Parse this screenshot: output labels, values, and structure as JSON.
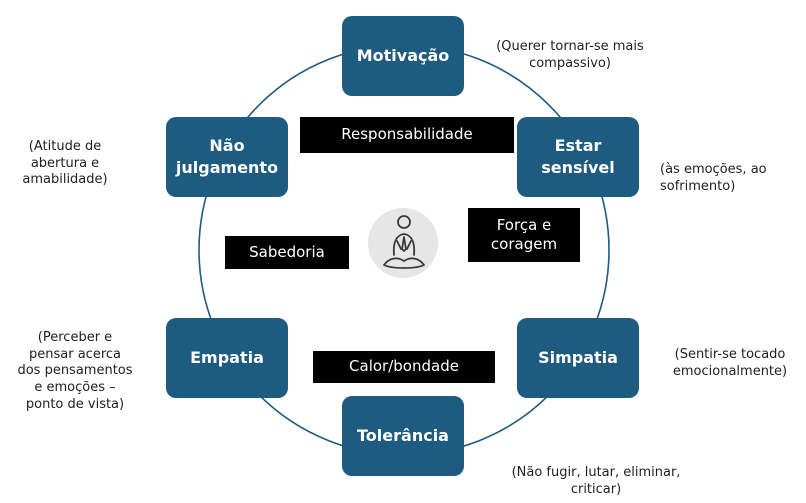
{
  "colors": {
    "node_fill": "#1e5b80",
    "node_text": "#ffffff",
    "tag_fill": "#000000",
    "tag_text": "#ffffff",
    "ring": "#1e5b80",
    "center_circle": "#e6e6e6"
  },
  "center": {
    "icon": "meditation-person-icon"
  },
  "nodes": {
    "motivacao": {
      "label": "Motivação",
      "note": "(Querer tornar-se mais\ncompassivo)"
    },
    "estar_sensivel": {
      "label": "Estar\nsensível",
      "note": "(às emoções, ao\nsofrimento)"
    },
    "simpatia": {
      "label": "Simpatia",
      "note": "(Sentir-se tocado\nemocionalmente)"
    },
    "tolerancia": {
      "label": "Tolerância",
      "note": "(Não fugir, lutar, eliminar,\ncriticar)"
    },
    "empatia": {
      "label": "Empatia",
      "note": "(Perceber e\npensar acerca\ndos pensamentos\ne emoções –\nponto de vista)"
    },
    "nao_julgamento": {
      "label": "Não\njulgamento",
      "note": "(Atitude de\nabertura e\namabilidade)"
    }
  },
  "tags": {
    "responsabilidade": "Responsabilidade",
    "forca_coragem": "Força e\ncoragem",
    "sabedoria": "Sabedoria",
    "calor_bondade": "Calor/bondade"
  }
}
